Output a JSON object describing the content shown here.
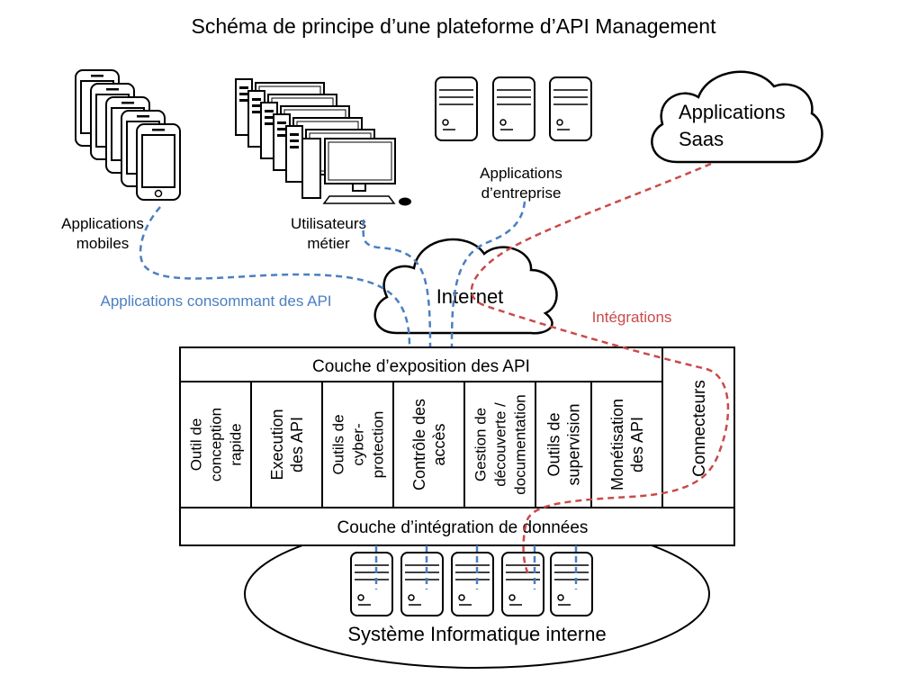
{
  "title": "Schéma de principe d’une plateforme d’API Management",
  "colors": {
    "consumer": "#4a7fc1",
    "integration": "#c94a4a",
    "line": "#000000"
  },
  "nodes": {
    "mobile": {
      "line1": "Applications",
      "line2": "mobiles"
    },
    "business": {
      "line1": "Utilisateurs",
      "line2": "métier"
    },
    "enterprise": {
      "line1": "Applications",
      "line2": "d’entreprise"
    },
    "saas": {
      "line1": "Applications",
      "line2": "Saas"
    },
    "internet": "Internet",
    "internal": "Système Informatique interne"
  },
  "legend": {
    "consumers": "Applications consommant des API",
    "integrations": "Intégrations"
  },
  "platform": {
    "exposure_layer": "Couche d’exposition des API",
    "integration_layer": "Couche d’intégration de données",
    "connectors": "Connecteurs",
    "modules": [
      {
        "id": "rapid-design",
        "lines": [
          "Outil de",
          "conception",
          "rapide"
        ]
      },
      {
        "id": "api-execution",
        "lines": [
          "Execution",
          "des API"
        ]
      },
      {
        "id": "cyber-protection",
        "lines": [
          "Outils de",
          "cyber-",
          "protection"
        ]
      },
      {
        "id": "access-control",
        "lines": [
          "Contrôle des",
          "accès"
        ]
      },
      {
        "id": "discovery",
        "lines": [
          "Gestion de",
          "découverte /",
          "documentation"
        ]
      },
      {
        "id": "monitoring",
        "lines": [
          "Outils de",
          "supervision"
        ]
      },
      {
        "id": "monetization",
        "lines": [
          "Monétisation",
          "des API"
        ]
      }
    ]
  }
}
